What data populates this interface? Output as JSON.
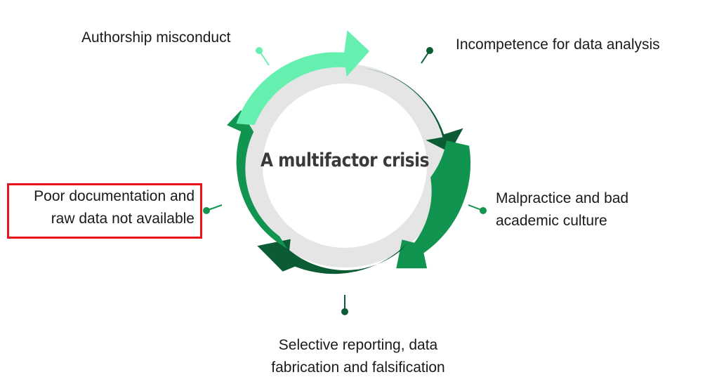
{
  "diagram": {
    "center_title": "A multifactor crisis",
    "factors": [
      {
        "id": "authorship",
        "label": "Authorship misconduct",
        "color": "#66f0b0"
      },
      {
        "id": "incompetence",
        "label": "Incompetence for data analysis",
        "color": "#0b5c35"
      },
      {
        "id": "malpractice",
        "label": "Malpractice and bad\nacademic culture",
        "color": "#119450"
      },
      {
        "id": "selective",
        "label": "Selective reporting, data\nfabrication and falsification",
        "color": "#0b5c35"
      },
      {
        "id": "poor",
        "label": "Poor documentation and\nraw data not available",
        "color": "#119450",
        "highlighted": true
      }
    ],
    "colors": {
      "inner_ring": "#e5e5e5",
      "highlight_border": "#e8141b"
    }
  }
}
